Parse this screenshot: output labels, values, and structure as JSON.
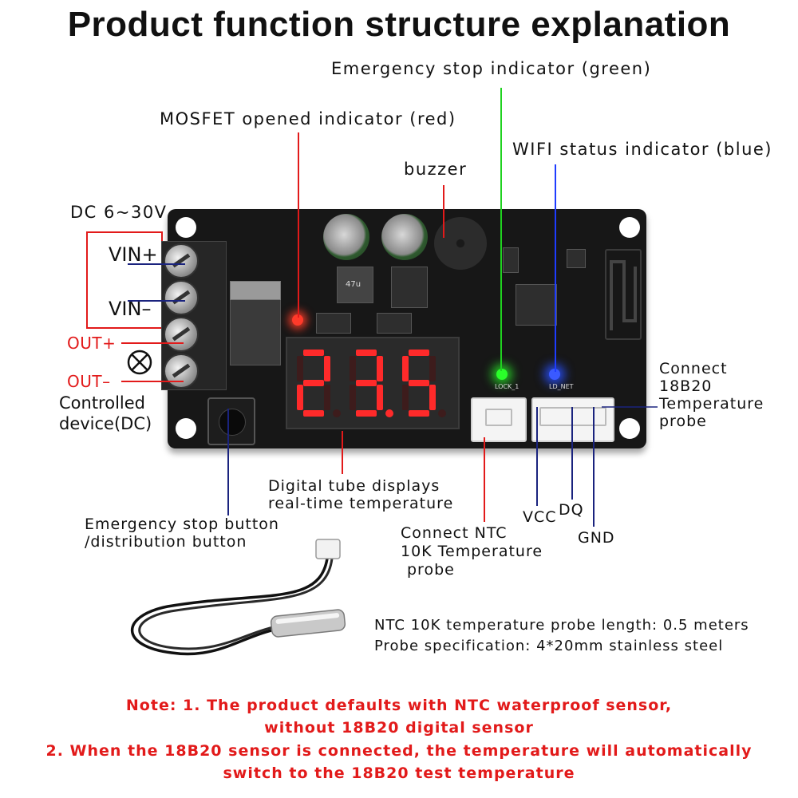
{
  "title": "Product function structure explanation",
  "labels": {
    "emergency_stop_indicator": "Emergency stop indicator (green)",
    "mosfet_indicator": "MOSFET opened indicator (red)",
    "wifi_indicator": "WIFI status indicator (blue)",
    "buzzer": "buzzer",
    "dc_input": "DC 6~30V",
    "vin_plus": "VIN+",
    "vin_minus": "VIN–",
    "out_plus": "OUT+",
    "out_minus": "OUT–",
    "controlled_device_line1": "Controlled",
    "controlled_device_line2": "device(DC)",
    "connect_18b20_line1": "Connect",
    "connect_18b20_line2": "18B20",
    "connect_18b20_line3": "Temperature",
    "connect_18b20_line4": "probe",
    "digital_tube_line1": "Digital tube displays",
    "digital_tube_line2": "real-time temperature",
    "emergency_button_line1": "Emergency stop button",
    "emergency_button_line2": "/distribution button",
    "connect_ntc_line1": "Connect NTC",
    "connect_ntc_line2": "10K Temperature",
    "connect_ntc_line3": "probe",
    "vcc": "VCC",
    "dq": "DQ",
    "gnd": "GND"
  },
  "board": {
    "display_value": "23.5",
    "led_lock_label": "LOCK_1",
    "led_net_label": "LD_NET",
    "cap_label": "47u"
  },
  "probe_spec": {
    "line1": "NTC 10K temperature probe length: 0.5 meters",
    "line2": "Probe specification: 4*20mm stainless steel"
  },
  "notes": {
    "line1": "Note: 1. The product defaults with NTC waterproof sensor,",
    "line2": "without 18B20 digital sensor",
    "line3": "2. When the 18B20 sensor is connected, the temperature will automatically",
    "line4": "switch to the 18B20 test temperature"
  },
  "colors": {
    "red": "#e21a1a",
    "green": "#1fd21f",
    "blue": "#1e3cff",
    "navy": "#1a237e",
    "display_red": "#ff2a2a",
    "board": "#171717"
  }
}
